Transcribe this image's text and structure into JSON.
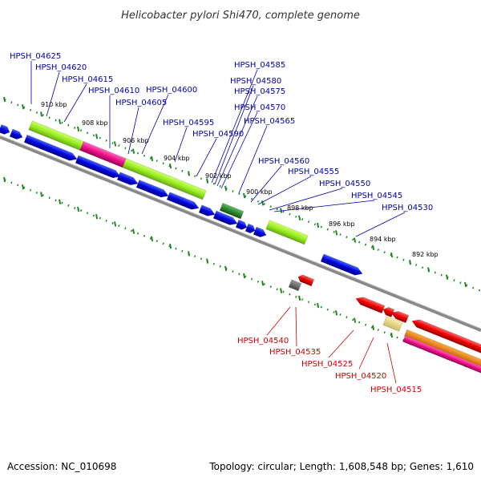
{
  "title": "Helicobacter pylori Shi470, complete genome",
  "footer": {
    "accession": "Accession: NC_010698",
    "summary": "Topology: circular; Length: 1,608,548 bp; Genes: 1,610"
  },
  "scale_labels": [
    "910 kbp",
    "908 kbp",
    "906 kbp",
    "904 kbp",
    "902 kbp",
    "900 kbp",
    "898 kbp",
    "896 kbp",
    "894 kbp",
    "892 kbp"
  ],
  "forward_gene_labels": [
    "HPSH_04625",
    "HPSH_04620",
    "HPSH_04615",
    "HPSH_04610",
    "HPSH_04605",
    "HPSH_04600",
    "HPSH_04595",
    "HPSH_04590",
    "HPSH_04585",
    "HPSH_04580",
    "HPSH_04575",
    "HPSH_04570",
    "HPSH_04565",
    "HPSH_04560",
    "HPSH_04555",
    "HPSH_04550",
    "HPSH_04545",
    "HPSH_04530"
  ],
  "reverse_gene_labels": [
    "HPSH_04540",
    "HPSH_04535",
    "HPSH_04525",
    "HPSH_04520",
    "HPSH_04515"
  ],
  "colors": {
    "forward_cds": "#0000dd",
    "reverse_cds": "#ee0000",
    "genome_line": "#888888",
    "tick": "#228822",
    "yellow_green": "#99ee22",
    "pink": "#ee1188",
    "dark_green": "#338833",
    "gray": "#666666",
    "khaki": "#eedd88",
    "orange": "#ff8800"
  }
}
